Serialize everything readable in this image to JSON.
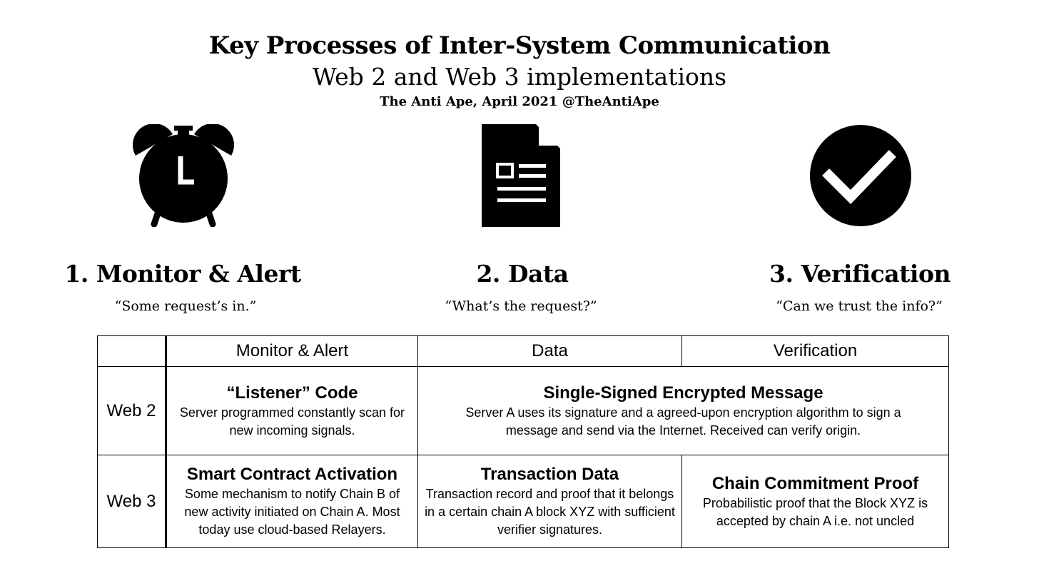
{
  "header": {
    "title": "Key Processes of Inter-System Communication",
    "subtitle": "Web 2 and Web 3 implementations",
    "credit": "The Anti Ape, April 2021 @TheAntiApe"
  },
  "processes": [
    {
      "icon": "alarm-clock-icon",
      "title": "1. Monitor & Alert",
      "quote": "“Some request’s in.”"
    },
    {
      "icon": "document-icon",
      "title": "2. Data",
      "quote": "“What’s the request?”"
    },
    {
      "icon": "checkmark-circle-icon",
      "title": "3. Verification",
      "quote": "“Can we trust the info?”"
    }
  ],
  "table": {
    "headers": [
      "",
      "Monitor & Alert",
      "Data",
      "Verification"
    ],
    "rows": [
      {
        "label": "Web 2",
        "monitor": {
          "title": "“Listener” Code",
          "desc": "Server programmed constantly scan for new incoming signals."
        },
        "data_verification": {
          "title": "Single-Signed Encrypted Message",
          "desc": "Server A uses its signature and a agreed-upon encryption algorithm to sign a message and send via the Internet. Received can verify origin."
        }
      },
      {
        "label": "Web 3",
        "monitor": {
          "title": "Smart Contract Activation",
          "desc": "Some mechanism to notify Chain B of new activity initiated on Chain A. Most today use cloud-based Relayers."
        },
        "data": {
          "title": "Transaction Data",
          "desc": "Transaction record and proof that it belongs in a certain chain A block XYZ with sufficient verifier signatures."
        },
        "verification": {
          "title": "Chain Commitment Proof",
          "desc": "Probabilistic proof that the Block XYZ is accepted by chain A i.e. not uncled"
        }
      }
    ]
  }
}
